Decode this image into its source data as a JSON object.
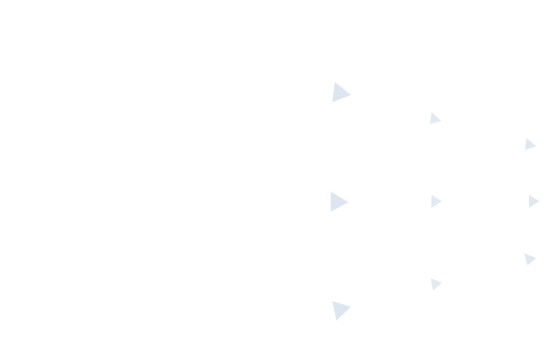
{
  "page": {
    "background_color": "#ffffff"
  },
  "decoration": {
    "pattern": "radial-triangles",
    "triangle_color": "#dce6f0",
    "triangle_count": 9,
    "rings": [
      {
        "ring": "inner",
        "count": 3
      },
      {
        "ring": "middle",
        "count": 3
      },
      {
        "ring": "outer",
        "count": 3
      }
    ]
  }
}
